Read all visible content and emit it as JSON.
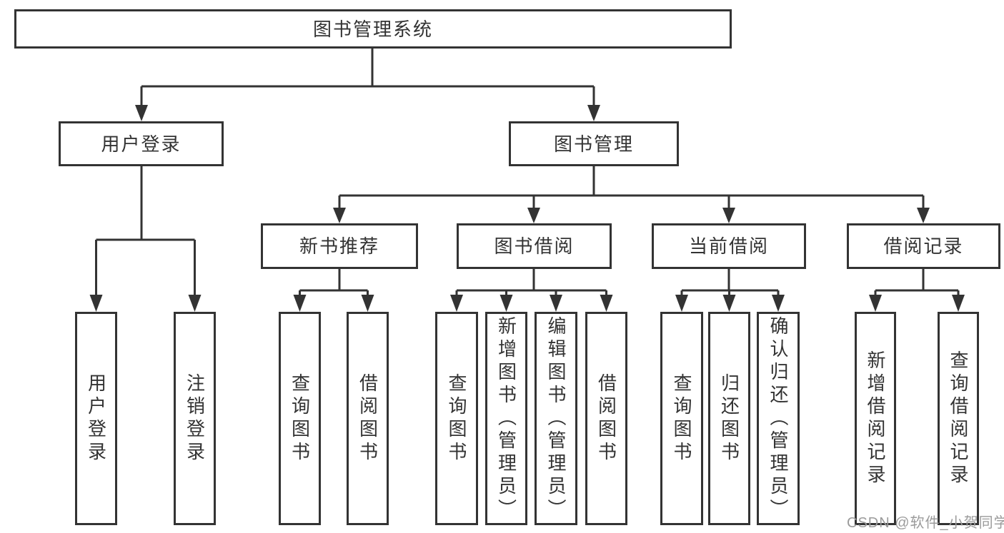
{
  "diagram": {
    "root": "图书管理系统",
    "branches": [
      {
        "label": "用户登录",
        "children": [
          "用户登录",
          "注销登录"
        ]
      },
      {
        "label": "图书管理",
        "groups": [
          {
            "label": "新书推荐",
            "children": [
              "查询图书",
              "借阅图书"
            ]
          },
          {
            "label": "图书借阅",
            "children": [
              "查询图书",
              "新增图书（管理员）",
              "编辑图书（管理员）",
              "借阅图书"
            ]
          },
          {
            "label": "当前借阅",
            "children": [
              "查询图书",
              "归还图书",
              "确认归还（管理员）"
            ]
          },
          {
            "label": "借阅记录",
            "children": [
              "新增借阅记录",
              "查询借阅记录"
            ]
          }
        ]
      }
    ]
  },
  "colors": {
    "line": "#333333",
    "text": "#333333",
    "watermark": "#9b9b9b",
    "background": "#ffffff"
  },
  "watermark": "CSDN @软件_小贺同学"
}
